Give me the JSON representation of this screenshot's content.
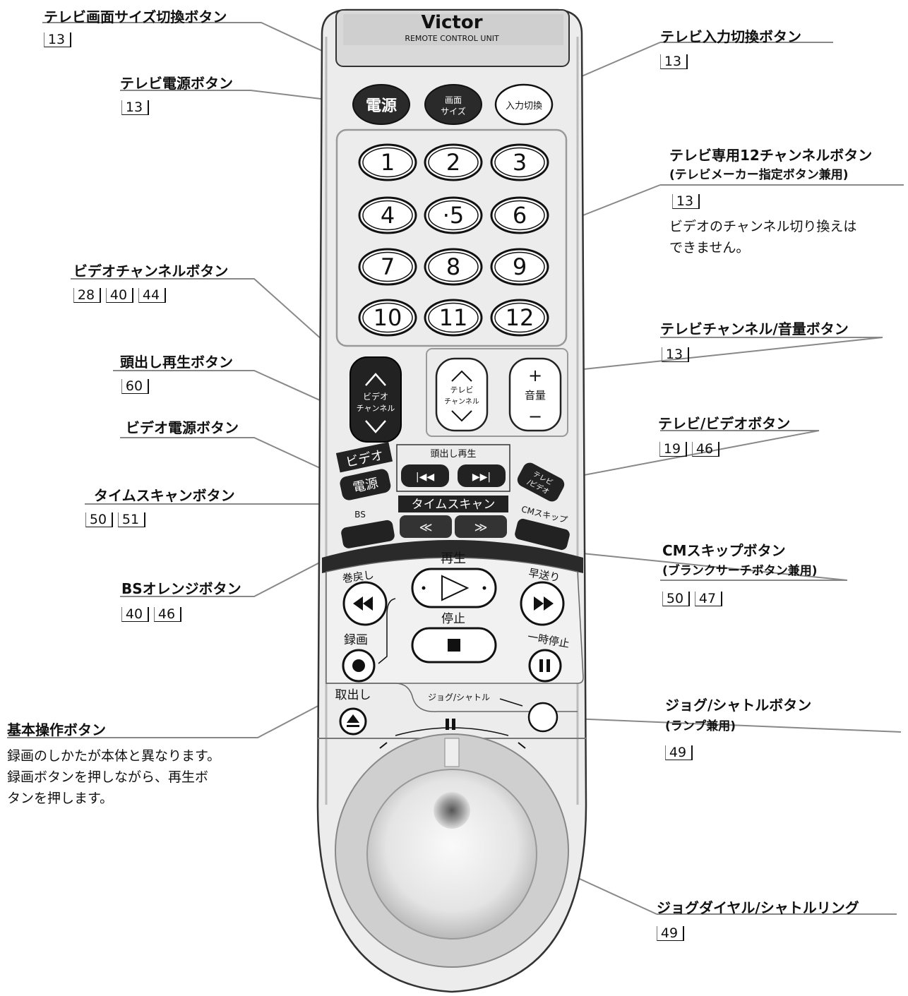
{
  "remote": {
    "brand": "Victor",
    "brand_sub": "REMOTE CONTROL UNIT",
    "buttons": {
      "power": "電源",
      "screen_size": [
        "画面",
        "サイズ"
      ],
      "input": "入力切換",
      "numbers": [
        "1",
        "2",
        "3",
        "4",
        "·5",
        "6",
        "7",
        "8",
        "9",
        "10",
        "11",
        "12"
      ],
      "video_channel": [
        "ビデオ",
        "チャンネル"
      ],
      "tv_channel": [
        "テレビ",
        "チャンネル"
      ],
      "volume": "音量",
      "video_label": "ビデオ",
      "video_power": "電源",
      "index_play": "頭出し再生",
      "tv_video": [
        "テレビ",
        "/ビデオ"
      ],
      "time_scan": "タイムスキャン",
      "bs": "BS",
      "cm_skip": "CMスキップ",
      "rewind": "巻戻し",
      "play": "再生",
      "ff": "早送り",
      "record": "録画",
      "stop": "停止",
      "pause": "一時停止",
      "eject": "取出し",
      "jog_shuttle": "ジョグ/シャトル"
    }
  },
  "callouts": {
    "screen_size": {
      "title": "テレビ画面サイズ切換ボタン",
      "refs": [
        "13"
      ]
    },
    "tv_power": {
      "title": "テレビ電源ボタン",
      "refs": [
        "13"
      ]
    },
    "tv_input": {
      "title": "テレビ入力切換ボタン",
      "refs": [
        "13"
      ]
    },
    "tv_12ch": {
      "title": "テレビ専用12チャンネルボタン",
      "subtitle": "(テレビメーカー指定ボタン兼用)",
      "refs": [
        "13"
      ],
      "note": [
        "ビデオのチャンネル切り換えは",
        "できません。"
      ]
    },
    "video_channel": {
      "title": "ビデオチャンネルボタン",
      "refs": [
        "28",
        "40",
        "44"
      ]
    },
    "tv_channel_volume": {
      "title": "テレビチャンネル/音量ボタン",
      "refs": [
        "13"
      ]
    },
    "index_play": {
      "title": "頭出し再生ボタン",
      "refs": [
        "60"
      ]
    },
    "video_power": {
      "title": "ビデオ電源ボタン",
      "refs": []
    },
    "tv_video": {
      "title": "テレビ/ビデオボタン",
      "refs": [
        "19",
        "46"
      ]
    },
    "time_scan": {
      "title": "タイムスキャンボタン",
      "refs": [
        "50",
        "51"
      ]
    },
    "cm_skip": {
      "title": "CMスキップボタン",
      "subtitle": "(ブランクサーチボタン兼用)",
      "refs": [
        "50",
        "47"
      ]
    },
    "bs_orange": {
      "title": "BSオレンジボタン",
      "refs": [
        "40",
        "46"
      ]
    },
    "jog_shuttle_btn": {
      "title": "ジョグ/シャトルボタン",
      "subtitle": "(ランプ兼用)",
      "refs": [
        "49"
      ]
    },
    "basic_ops": {
      "title": "基本操作ボタン",
      "note": [
        "録画のしかたが本体と異なります。",
        "録画ボタンを押しながら、再生ボ",
        "タンを押します。"
      ]
    },
    "jog_dial": {
      "title": "ジョグダイヤル/シャトルリング",
      "refs": [
        "49"
      ]
    }
  }
}
